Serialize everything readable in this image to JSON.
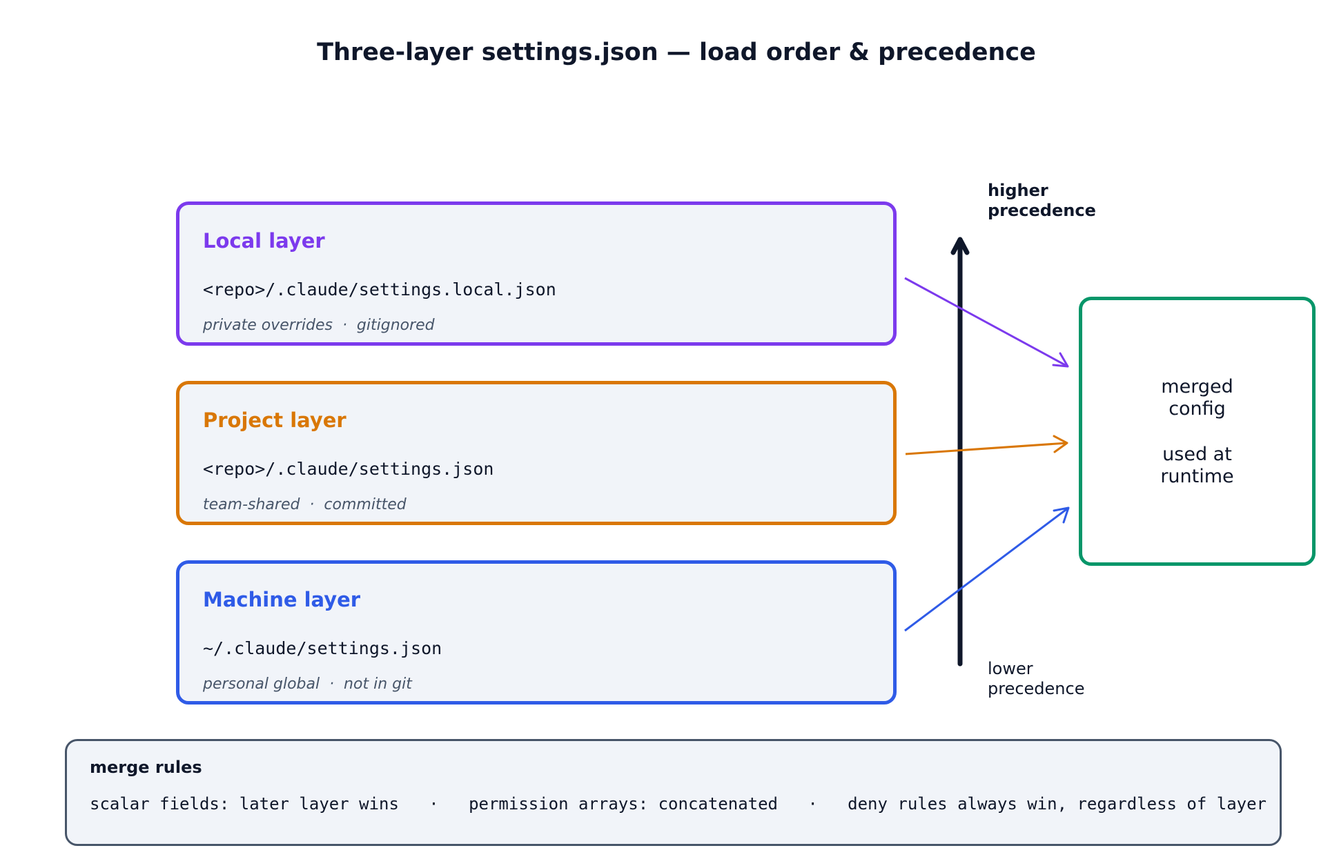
{
  "title": "Three-layer settings.json — load order & precedence",
  "layers": [
    {
      "name": "Local layer",
      "path": "<repo>/.claude/settings.local.json",
      "note": "private overrides  ·  gitignored",
      "color": "#7c3aed"
    },
    {
      "name": "Project layer",
      "path": "<repo>/.claude/settings.json",
      "note": "team-shared  ·  committed",
      "color": "#d97706"
    },
    {
      "name": "Machine layer",
      "path": "~/.claude/settings.json",
      "note": "personal global  ·  not in git",
      "color": "#2f5be7"
    }
  ],
  "precedence": {
    "high": [
      "higher",
      "precedence"
    ],
    "low": [
      "lower",
      "precedence"
    ],
    "axis_color": "#0f172a"
  },
  "merged": {
    "line1": [
      "merged",
      "config"
    ],
    "line2": [
      "used at",
      "runtime"
    ],
    "color": "#079669"
  },
  "merge_rules": {
    "title": "merge rules",
    "text": "scalar fields: later layer wins   ·   permission arrays: concatenated   ·   deny rules always win, regardless of layer"
  }
}
